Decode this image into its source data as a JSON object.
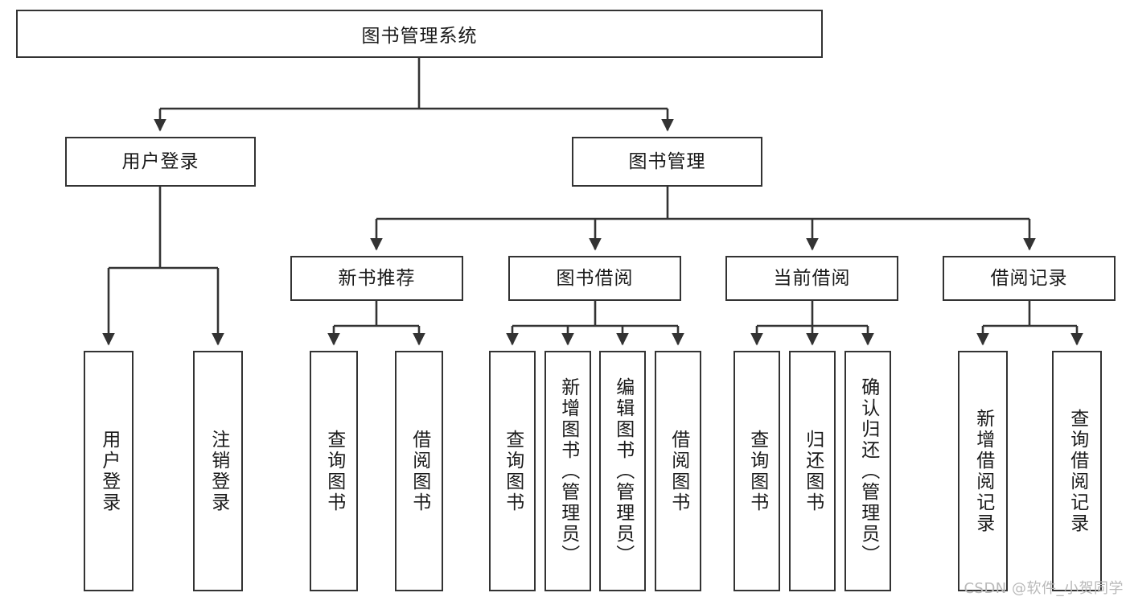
{
  "diagram": {
    "title": "图书管理系统",
    "type": "tree-hierarchy",
    "root": {
      "id": "root",
      "label": "图书管理系统"
    },
    "level2": [
      {
        "id": "user-login",
        "label": "用户登录"
      },
      {
        "id": "book-manage",
        "label": "图书管理"
      }
    ],
    "level3": [
      {
        "id": "new-book-rec",
        "label": "新书推荐",
        "parent": "book-manage"
      },
      {
        "id": "book-borrow",
        "label": "图书借阅",
        "parent": "book-manage"
      },
      {
        "id": "current-borrow",
        "label": "当前借阅",
        "parent": "book-manage"
      },
      {
        "id": "borrow-record",
        "label": "借阅记录",
        "parent": "book-manage"
      }
    ],
    "leaves": [
      {
        "id": "leaf-user-login",
        "label": "用户登录",
        "parent": "user-login"
      },
      {
        "id": "leaf-logout",
        "label": "注销登录",
        "parent": "user-login"
      },
      {
        "id": "leaf-rec-query",
        "label": "查询图书",
        "parent": "new-book-rec"
      },
      {
        "id": "leaf-rec-borrow",
        "label": "借阅图书",
        "parent": "new-book-rec"
      },
      {
        "id": "leaf-borrow-query",
        "label": "查询图书",
        "parent": "book-borrow"
      },
      {
        "id": "leaf-add-book",
        "label": "新增图书（管理员）",
        "parent": "book-borrow"
      },
      {
        "id": "leaf-edit-book",
        "label": "编辑图书（管理员）",
        "parent": "book-borrow"
      },
      {
        "id": "leaf-borrow-book",
        "label": "借阅图书",
        "parent": "book-borrow"
      },
      {
        "id": "leaf-cur-query",
        "label": "查询图书",
        "parent": "current-borrow"
      },
      {
        "id": "leaf-return-book",
        "label": "归还图书",
        "parent": "current-borrow"
      },
      {
        "id": "leaf-confirm-return",
        "label": "确认归还（管理员）",
        "parent": "current-borrow"
      },
      {
        "id": "leaf-add-record",
        "label": "新增借阅记录",
        "parent": "borrow-record"
      },
      {
        "id": "leaf-query-record",
        "label": "查询借阅记录",
        "parent": "borrow-record"
      }
    ],
    "watermark": "CSDN @软件_小贺同学",
    "colors": {
      "stroke": "#333333",
      "background": "#ffffff",
      "text": "#1a1a1a",
      "watermark": "#b9b9b9"
    }
  }
}
